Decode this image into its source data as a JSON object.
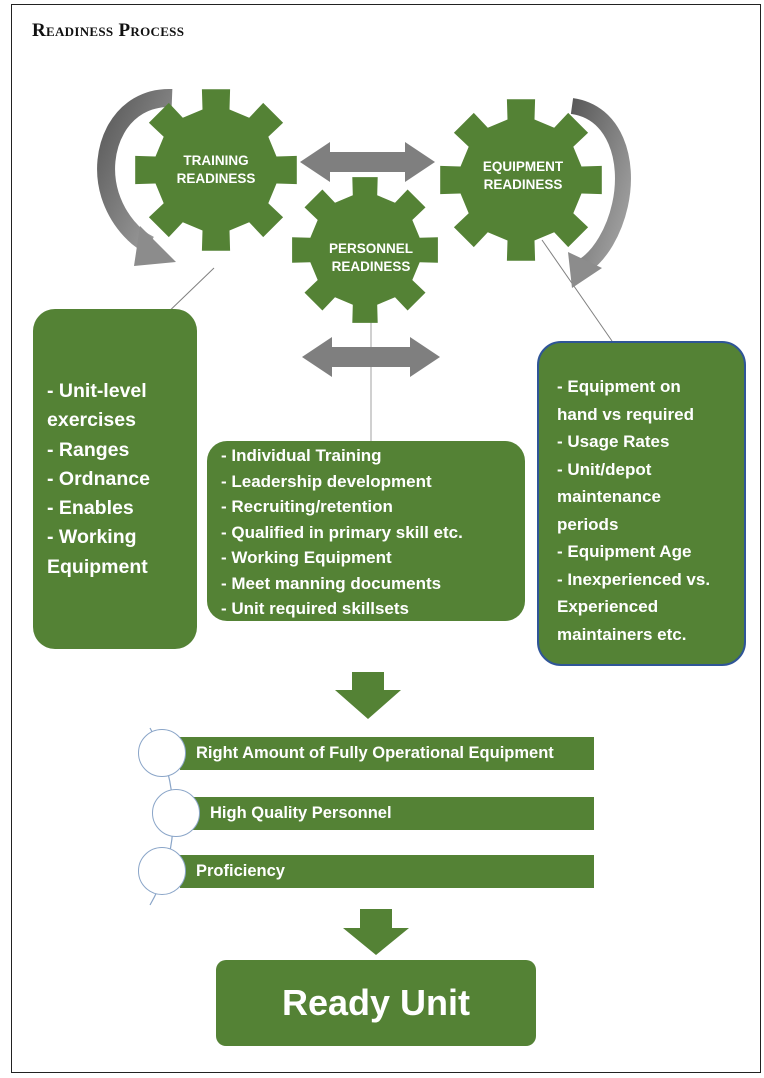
{
  "title": "Readiness Process",
  "gears": {
    "training": [
      "TRAINING",
      "READINESS"
    ],
    "personnel": [
      "PERSONNEL",
      "READINESS"
    ],
    "equipment": [
      "EQUIPMENT",
      "READINESS"
    ]
  },
  "training_items": [
    "- Unit-level",
    "exercises",
    "- Ranges",
    "- Ordnance",
    "- Enables",
    "- Working",
    "Equipment"
  ],
  "personnel_items": [
    "- Individual Training",
    "- Leadership development",
    "- Recruiting/retention",
    "- Qualified in primary skill etc.",
    "- Working Equipment",
    "- Meet manning documents",
    "- Unit required skillsets"
  ],
  "equipment_items": [
    "- Equipment on",
    "hand vs required",
    "- Usage Rates",
    "- Unit/depot",
    "maintenance",
    "periods",
    "- Equipment Age",
    "- Inexperienced vs.",
    "Experienced",
    "maintainers etc."
  ],
  "outcomes": [
    "Right Amount of Fully Operational Equipment",
    "High Quality Personnel",
    "Proficiency"
  ],
  "result": "Ready Unit",
  "colors": {
    "green": "#548235",
    "gray": "#7f7f7f",
    "border_blue": "#2f5597"
  }
}
